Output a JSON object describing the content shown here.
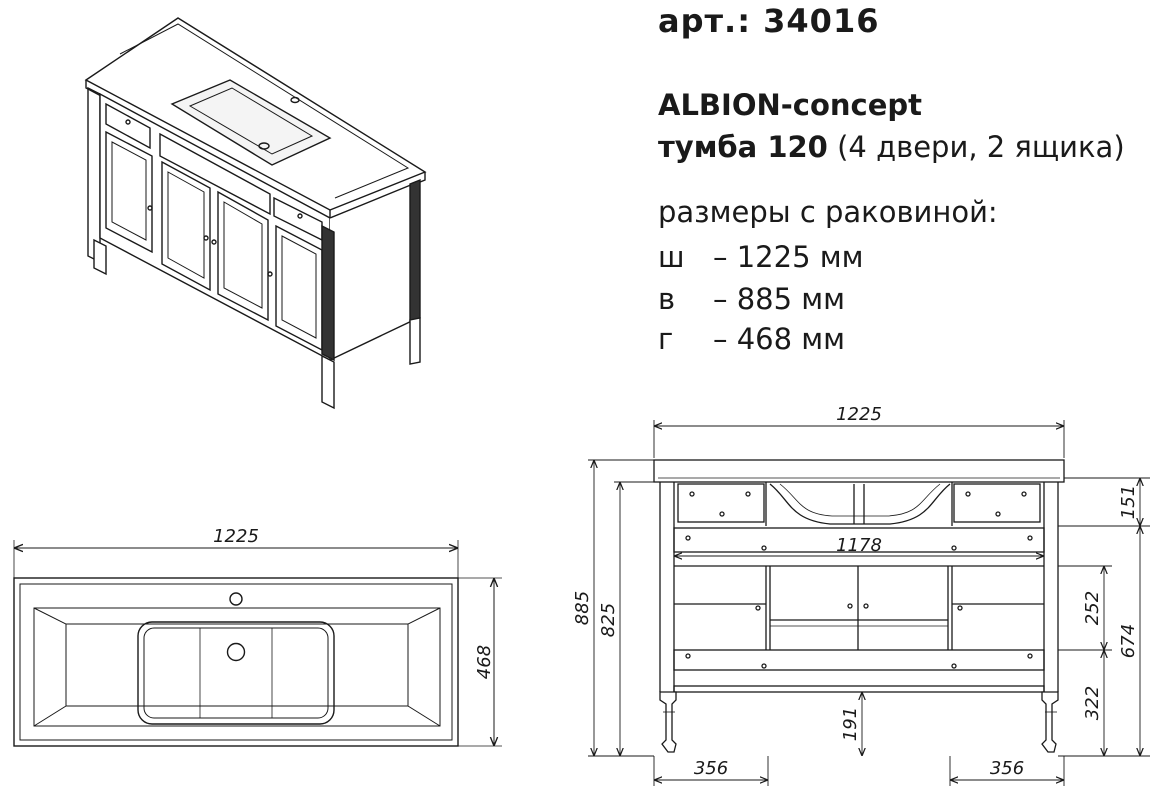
{
  "header": {
    "article": "арт.: 34016",
    "brand": "ALBION-concept",
    "model_bold": "тумба 120",
    "model_rest": " (4 двери, 2 ящика)",
    "dims_caption": "размеры с раковиной:"
  },
  "dimensions": [
    {
      "key": "ш",
      "value": "– 1225 мм"
    },
    {
      "key": "в",
      "value": "– 885 мм"
    },
    {
      "key": "г",
      "value": "– 468 мм"
    }
  ],
  "top_view": {
    "width_label": "1225",
    "depth_label": "468"
  },
  "front_view": {
    "width_label": "1225",
    "inner_width_label": "1178",
    "height_total_label": "885",
    "height_body_label": "825",
    "drawer_label": "151",
    "door_label": "252",
    "body_label": "674",
    "lower_label": "322",
    "leg_label": "191",
    "left_section_label": "356",
    "right_section_label": "356"
  }
}
